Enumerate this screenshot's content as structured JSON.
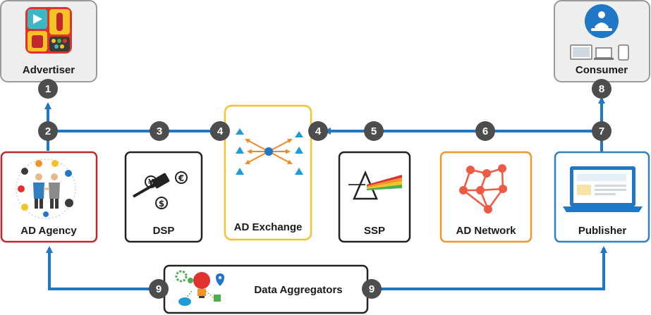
{
  "nodes": {
    "advertiser": "Advertiser",
    "consumer": "Consumer",
    "ad_agency": "AD Agency",
    "dsp": "DSP",
    "ad_exchange": "AD Exchange",
    "ssp": "SSP",
    "ad_network": "AD Network",
    "publisher": "Publisher",
    "data_aggregators": "Data Aggregators"
  },
  "steps": {
    "s1": "1",
    "s2": "2",
    "s3": "3",
    "s4a": "4",
    "s4b": "4",
    "s5": "5",
    "s6": "6",
    "s7": "7",
    "s8": "8",
    "s9a": "9",
    "s9b": "9"
  },
  "colors": {
    "arrow": "#1f77c6",
    "badge": "#4d4d4d",
    "ad_agency_border": "#c0282d",
    "dsp_border": "#222222",
    "ad_exchange_border": "#f2c230",
    "ssp_border": "#222222",
    "ad_network_border": "#f0952a",
    "publisher_border": "#2f7fc1",
    "gray_box_border": "#9a9a9a",
    "gray_box_fill": "#eeeeee"
  },
  "icons": {
    "advertiser": "app-icons-grid-icon",
    "consumer": "person-meditating-devices-icon",
    "ad_agency": "business-people-handshake-icon",
    "dsp": "auction-gavel-currency-icon",
    "ad_exchange": "hub-arrows-icon",
    "ssp": "prism-spectrum-icon",
    "ad_network": "network-nodes-icon",
    "publisher": "laptop-icon",
    "data_aggregators": "lightbulb-gears-icon"
  }
}
